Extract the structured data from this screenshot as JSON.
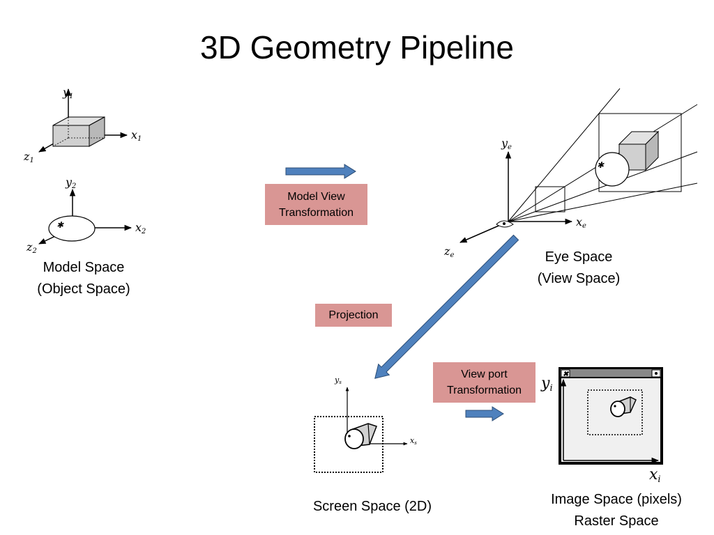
{
  "title": "3D Geometry Pipeline",
  "captions": {
    "model": [
      "Model Space",
      "(Object Space)"
    ],
    "eye": [
      "Eye Space",
      "(View Space)"
    ],
    "screen": [
      "Screen Space (2D)"
    ],
    "image": [
      "Image Space (pixels)",
      "Raster Space"
    ]
  },
  "transforms": {
    "model_view": [
      "Model View",
      "Transformation"
    ],
    "projection": [
      "Projection"
    ],
    "viewport": [
      "View port",
      "Transformation"
    ]
  },
  "axes": {
    "model_cube": {
      "x": "x",
      "x_sub": "1",
      "y": "y",
      "y_sub": "1",
      "z": "z",
      "z_sub": "1"
    },
    "model_sphere": {
      "x": "x",
      "x_sub": "2",
      "y": "y",
      "y_sub": "2",
      "z": "z",
      "z_sub": "2"
    },
    "eye": {
      "x": "x",
      "x_sub": "e",
      "y": "y",
      "y_sub": "e",
      "z": "z",
      "z_sub": "e"
    },
    "screen": {
      "x": "x",
      "x_sub": "s",
      "y": "y",
      "y_sub": "s"
    },
    "image": {
      "x": "x",
      "x_sub": "i",
      "y": "y",
      "y_sub": "i"
    }
  },
  "colors": {
    "arrow_fill": "#4f81bd",
    "arrow_stroke": "#2c4d75",
    "box_fill": "#d99694",
    "cube_fill": "#d0d0d0"
  }
}
